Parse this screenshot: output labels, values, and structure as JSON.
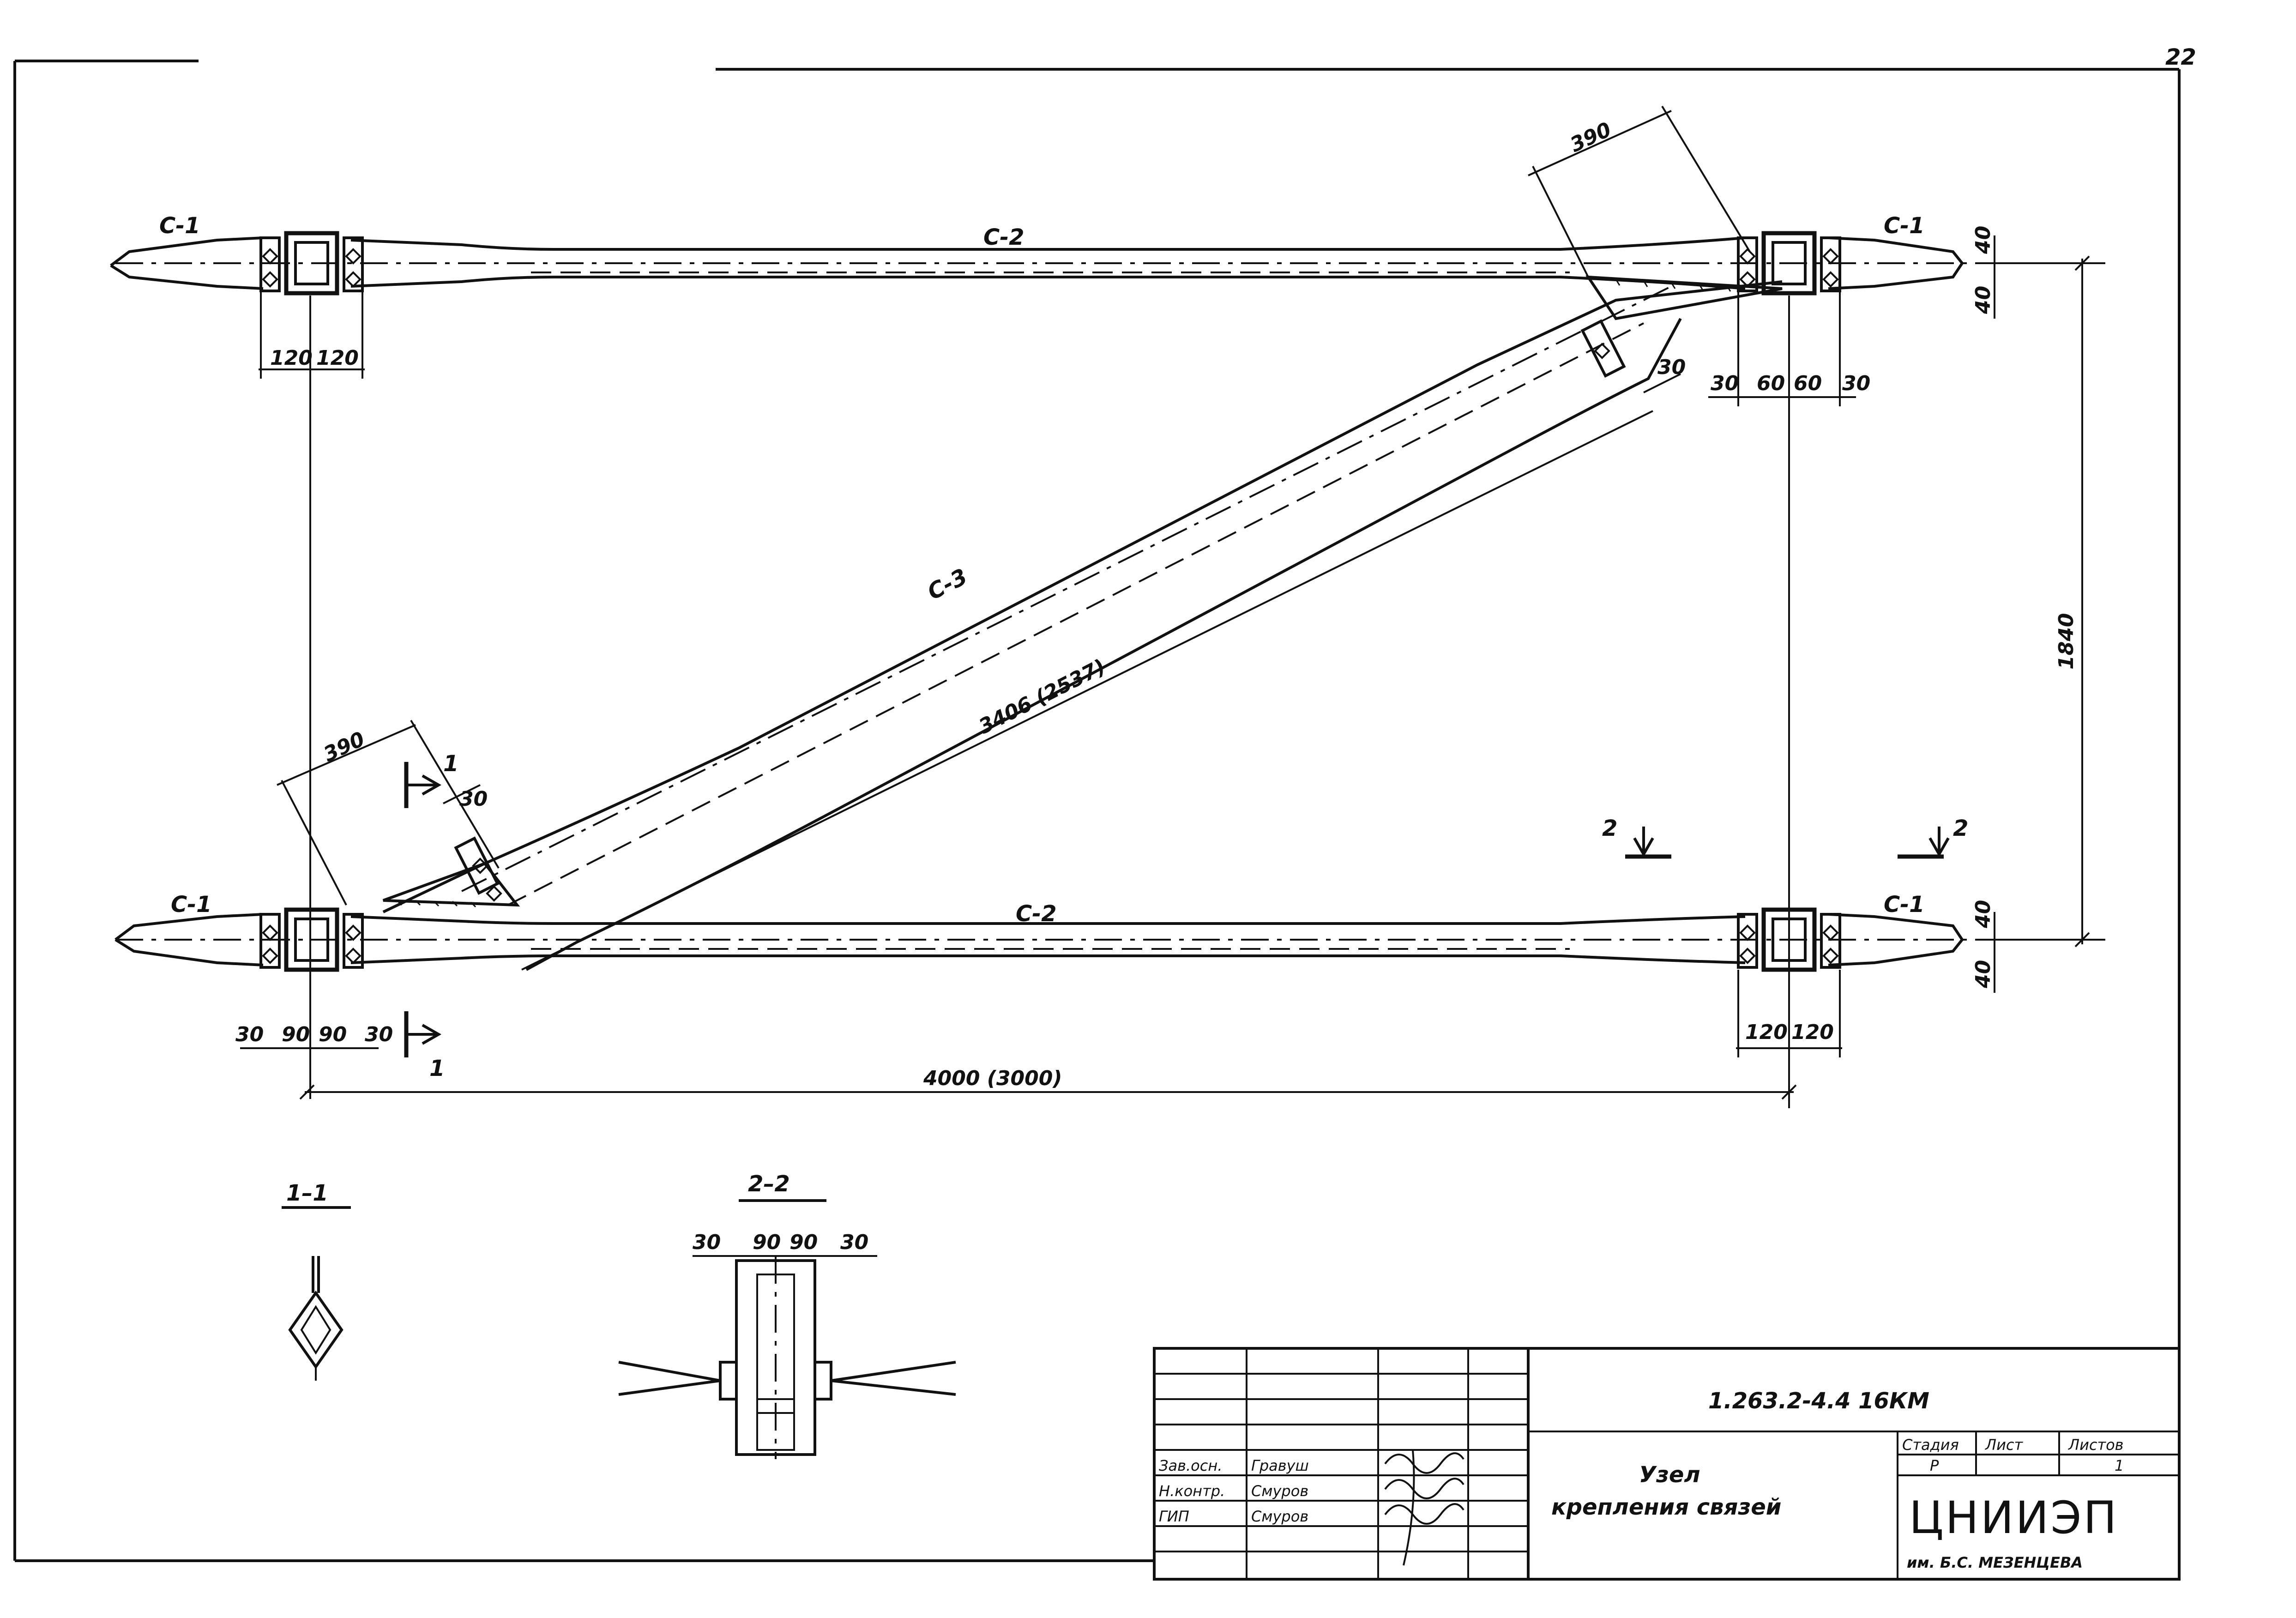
{
  "sheet": {
    "page_number": "22"
  },
  "labels": {
    "c1": "С-1",
    "c2": "С-2",
    "c3": "С-3"
  },
  "dimensions": {
    "d390": "390",
    "d120": "120",
    "d30": "30",
    "d60": "60",
    "d90": "90",
    "d40": "40",
    "d1840": "1840",
    "diag_len": "3406 (2537)",
    "span": "4000 (3000)"
  },
  "sections": {
    "s1_title": "1–1",
    "s2_title": "2–2",
    "s1_mark": "1",
    "s2_mark": "2"
  },
  "title_block": {
    "doc_code": "1.263.2-4.4  16КМ",
    "title_line1": "Узел",
    "title_line2": "крепления связей",
    "stage_header": "Стадия",
    "sheet_header": "Лист",
    "sheets_header": "Листов",
    "stage_value": "Р",
    "sheets_value": "1",
    "org_name": "ЦНИИЭП",
    "org_sub": "им. Б.С. МЕЗЕНЦЕВА",
    "rows": [
      {
        "role": "Зав.осн.",
        "name": "Гравуш"
      },
      {
        "role": "Н.контр.",
        "name": "Смуров"
      },
      {
        "role": "ГИП",
        "name": "Смуров"
      }
    ]
  },
  "icons": [
    "section-arrow-icon",
    "signature-icon",
    "bolt-icon"
  ]
}
